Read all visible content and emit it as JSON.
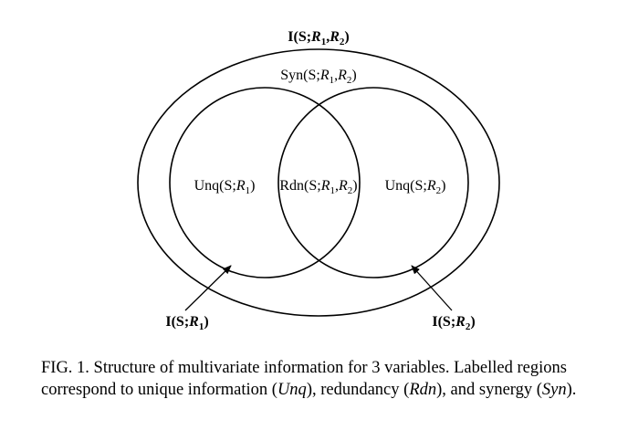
{
  "diagram": {
    "outer_label": {
      "base": "I(S;",
      "r1": "R",
      "r1_sub": "1",
      "sep": ",",
      "r2": "R",
      "r2_sub": "2",
      "close": ")"
    },
    "syn_label": {
      "base": "Syn(S;",
      "r1": "R",
      "r1_sub": "1",
      "sep": ",",
      "r2": "R",
      "r2_sub": "2",
      "close": ")"
    },
    "unq1_label": {
      "base": "Unq(S;",
      "r": "R",
      "r_sub": "1",
      "close": ")"
    },
    "rdn_label": {
      "base": "Rdn(S;",
      "r1": "R",
      "r1_sub": "1",
      "sep": ",",
      "r2": "R",
      "r2_sub": "2",
      "close": ")"
    },
    "unq2_label": {
      "base": "Unq(S;",
      "r": "R",
      "r_sub": "2",
      "close": ")"
    },
    "mi1_label": {
      "base": "I(S;",
      "r": "R",
      "r_sub": "1",
      "close": ")"
    },
    "mi2_label": {
      "base": "I(S;",
      "r": "R",
      "r_sub": "2",
      "close": ")"
    }
  },
  "caption": {
    "prefix": "FIG. 1. Structure of multivariate information for 3 variables. Labelled regions correspond to unique information (",
    "unq": "Unq",
    "mid1": "), redundancy (",
    "rdn": "Rdn",
    "mid2": "), and synergy (",
    "syn": "Syn",
    "suffix": ")."
  }
}
